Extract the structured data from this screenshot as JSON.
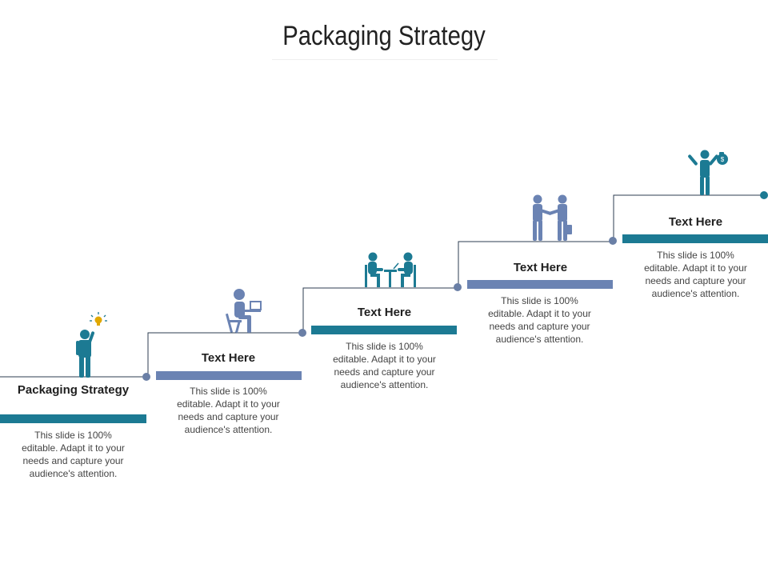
{
  "title": "Packaging Strategy",
  "colors": {
    "teal": "#1c7a93",
    "slate": "#6b83b3",
    "dot": "#6a7fa6",
    "line": "#2c3e50"
  },
  "steps": [
    {
      "heading": "Packaging Strategy",
      "description": "This slide is 100% editable. Adapt it to your needs and capture your audience's attention.",
      "bar_color": "teal",
      "icon": "person-idea-icon"
    },
    {
      "heading": "Text Here",
      "description": "This slide is 100% editable. Adapt it to your needs and capture your audience's attention.",
      "bar_color": "slate",
      "icon": "person-at-desk-icon"
    },
    {
      "heading": "Text Here",
      "description": "This slide is 100% editable. Adapt it to your needs and capture your audience's attention.",
      "bar_color": "teal",
      "icon": "meeting-icon"
    },
    {
      "heading": "Text Here",
      "description": "This slide is 100% editable. Adapt it to your needs and capture your audience's attention.",
      "bar_color": "slate",
      "icon": "handshake-icon"
    },
    {
      "heading": "Text Here",
      "description": "This slide is 100% editable. Adapt it to your needs and capture your audience's attention.",
      "bar_color": "teal",
      "icon": "success-money-icon"
    }
  ]
}
